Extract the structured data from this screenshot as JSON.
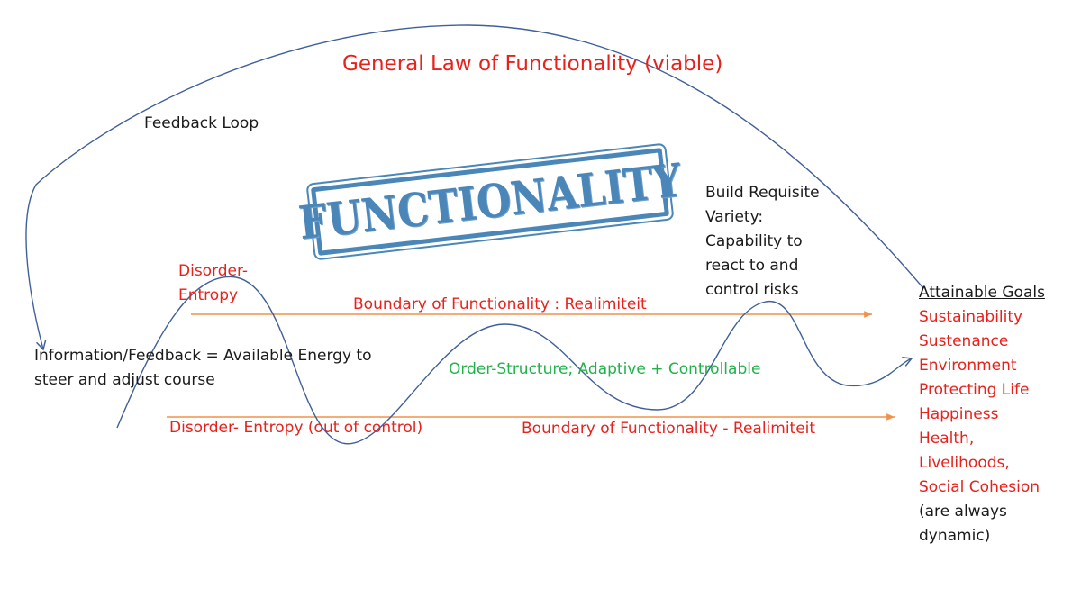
{
  "title": "General Law of Functionality (viable)",
  "feedback_loop": "Feedback Loop",
  "stamp_text": "FUNCTIONALITY",
  "requisite": [
    "Build Requisite",
    "Variety:",
    "Capability to",
    "react to and",
    "control risks"
  ],
  "disorder_top": [
    "Disorder-",
    "Entropy"
  ],
  "boundary_top": "Boundary of Functionality : Realimiteit",
  "information": [
    "Information/Feedback = Available Energy to",
    "steer and adjust course"
  ],
  "order_structure": "Order-Structure; Adaptive + Controllable",
  "disorder_bottom": "Disorder- Entropy (out of control)",
  "boundary_bottom": "Boundary of Functionality - Realimiteit",
  "goals": {
    "heading": "Attainable Goals",
    "items": [
      "Sustainability",
      "Sustenance",
      "Environment",
      "Protecting Life",
      "Happiness",
      "Health,",
      "Livelihoods,",
      "Social Cohesion"
    ],
    "note": [
      "(are always",
      "dynamic)"
    ]
  },
  "colors": {
    "red": "#e8211c",
    "green": "#21b14b",
    "curve_blue": "#3f5f9a",
    "arrow_orange": "#f0924a",
    "stamp_blue": "#4b86b9"
  }
}
